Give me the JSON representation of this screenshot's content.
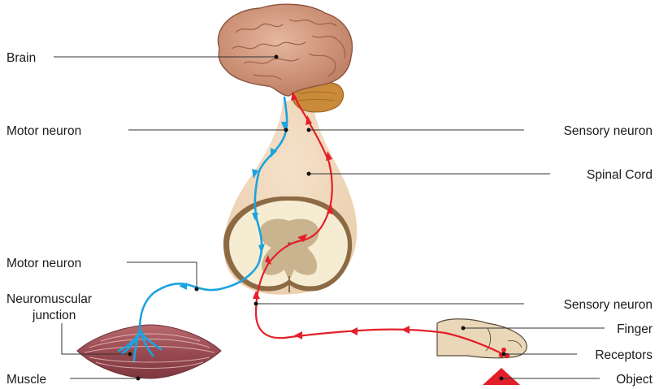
{
  "labels": {
    "brain": "Brain",
    "motor_neuron_top": "Motor neuron",
    "motor_neuron_bottom": "Motor neuron",
    "neuromuscular_line1": "Neuromuscular",
    "neuromuscular_line2": "junction",
    "muscle": "Muscle",
    "sensory_neuron_top": "Sensory neuron",
    "spinal_cord": "Spinal Cord",
    "sensory_neuron_bottom": "Sensory neuron",
    "finger": "Finger",
    "receptors": "Receptors",
    "object": "Object"
  },
  "colors": {
    "motor_pathway": "#1aa3e0",
    "sensory_pathway": "#e3202a",
    "brain": "#d9a48a",
    "cerebellum": "#c98a3a",
    "spinal_cord_sheath": "#efd4b4",
    "cord_section": "#f6ecd2",
    "grey_matter": "#c9b48f",
    "muscle": "#a8545a",
    "finger": "#ead7b8",
    "object": "#e3202a"
  }
}
